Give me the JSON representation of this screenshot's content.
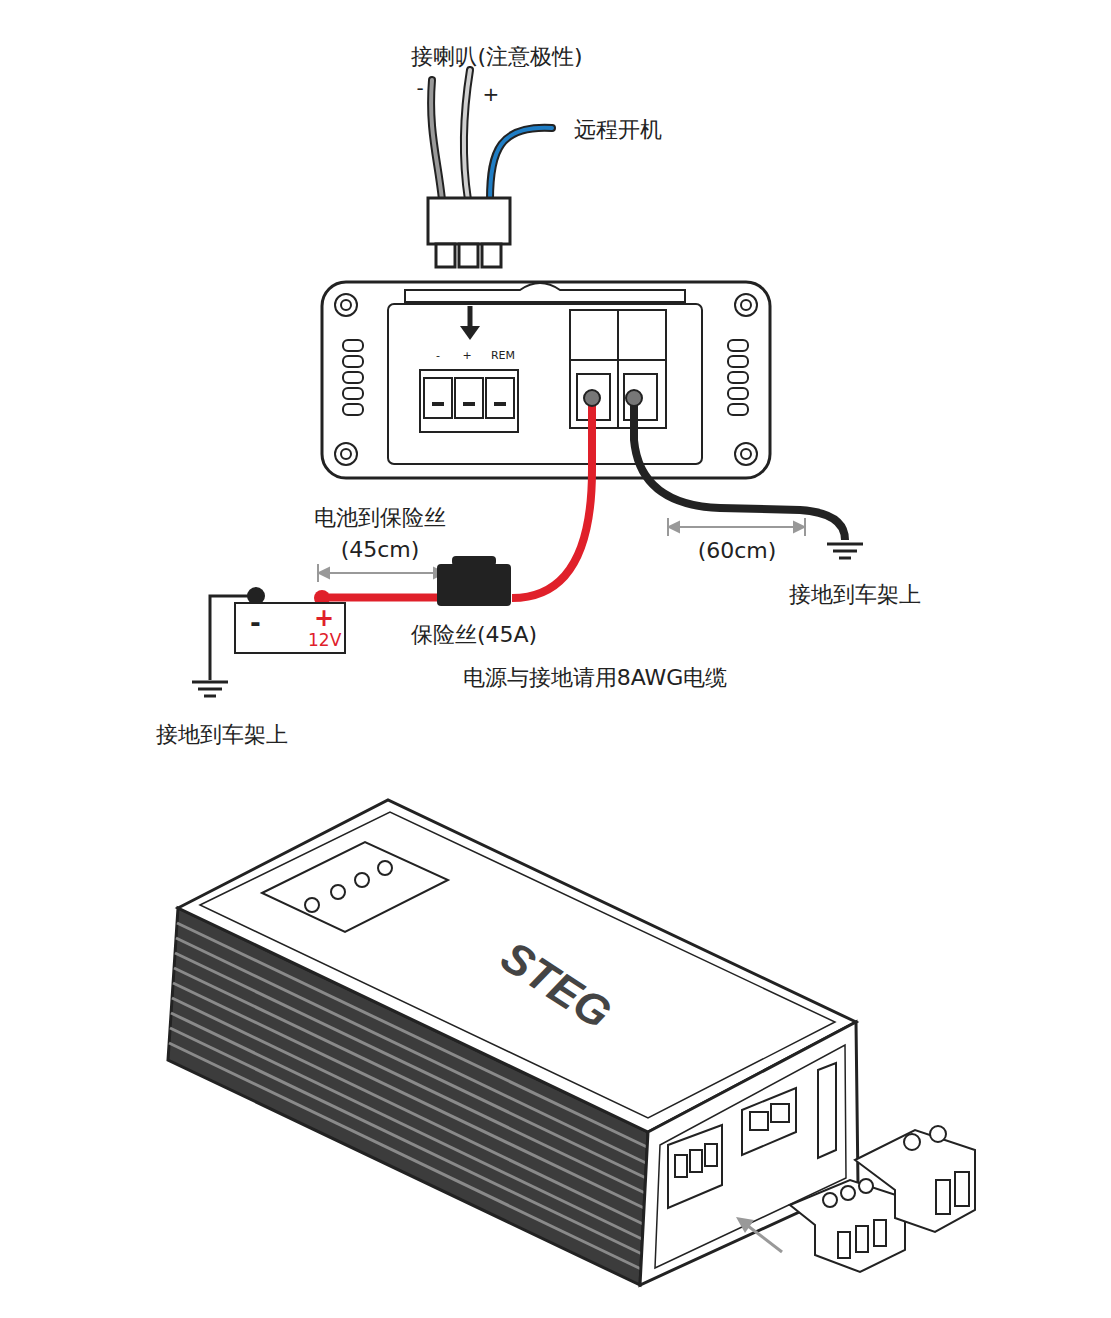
{
  "diagram": {
    "nodes": [
      {
        "text": [
          "-",
          "+",
          "12V"
        ]
      },
      {
        "text": [
          "保险丝(45A)"
        ]
      }
    ],
    "edges": [
      {
        "from": 0,
        "to": 1,
        "arrow": "none"
      }
    ],
    "labels": [
      "接喇叭(注意极性)",
      "-",
      "+",
      "远程开机",
      "-",
      "+",
      "REM",
      "电池到保险丝",
      "(45cm)",
      "(60cm)",
      "接地到车架上",
      "电源与接地请用8AWG电缆",
      "接地到车架上",
      "STEG"
    ]
  }
}
